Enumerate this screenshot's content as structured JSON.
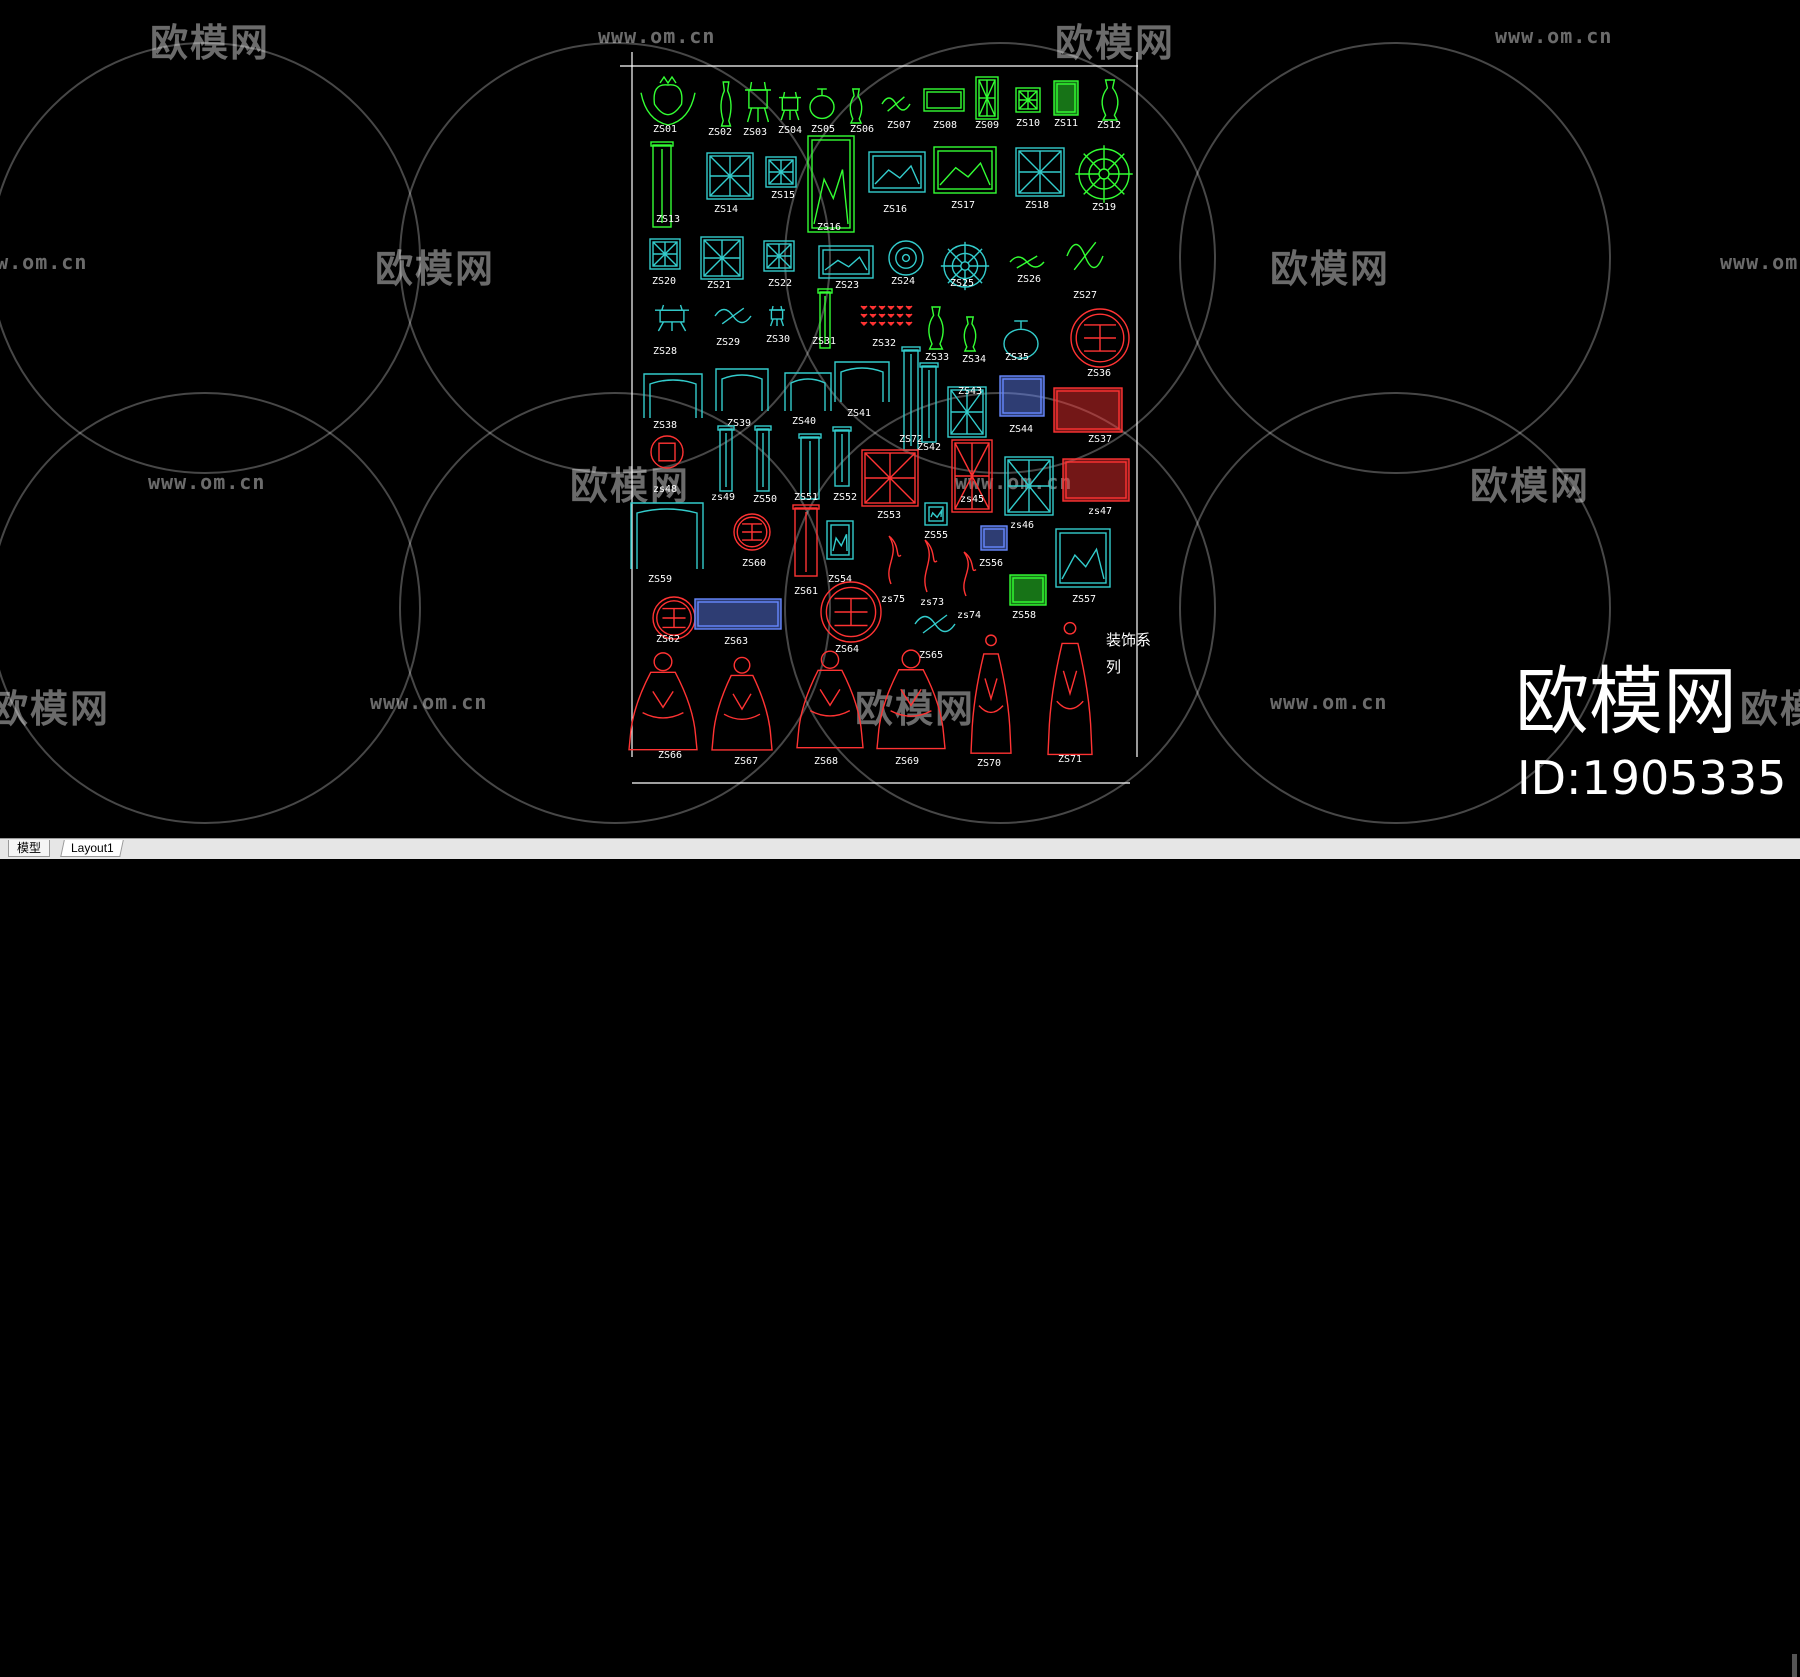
{
  "watermark": {
    "url": "www.om.cn",
    "brand": "欧模网",
    "brand_large": "欧模网",
    "id_text": "ID:1905335"
  },
  "drawing": {
    "title": "装饰系列",
    "items": [
      {
        "code": "ZS01",
        "color": "#33ff33"
      },
      {
        "code": "ZS02",
        "color": "#33ff33"
      },
      {
        "code": "ZS03",
        "color": "#33ff33"
      },
      {
        "code": "ZS04",
        "color": "#33ff33"
      },
      {
        "code": "ZS05",
        "color": "#33ff33"
      },
      {
        "code": "ZS06",
        "color": "#33ff33"
      },
      {
        "code": "ZS07",
        "color": "#33ff33"
      },
      {
        "code": "ZS08",
        "color": "#33ff33"
      },
      {
        "code": "ZS09",
        "color": "#33ff33"
      },
      {
        "code": "ZS10",
        "color": "#33ff33"
      },
      {
        "code": "ZS11",
        "color": "#33ff33"
      },
      {
        "code": "ZS12",
        "color": "#33ff33"
      },
      {
        "code": "ZS13",
        "color": "#33ff33"
      },
      {
        "code": "ZS14",
        "color": "#33cccc"
      },
      {
        "code": "ZS15",
        "color": "#33cccc"
      },
      {
        "code": "ZS16",
        "color": "#33ff33"
      },
      {
        "code": "ZS16",
        "color": "#33cccc"
      },
      {
        "code": "ZS17",
        "color": "#33ff33"
      },
      {
        "code": "ZS18",
        "color": "#33cccc"
      },
      {
        "code": "ZS19",
        "color": "#33ff33"
      },
      {
        "code": "ZS20",
        "color": "#33cccc"
      },
      {
        "code": "ZS21",
        "color": "#33cccc"
      },
      {
        "code": "ZS22",
        "color": "#33cccc"
      },
      {
        "code": "ZS23",
        "color": "#33cccc"
      },
      {
        "code": "ZS24",
        "color": "#33cccc"
      },
      {
        "code": "ZS25",
        "color": "#33cccc"
      },
      {
        "code": "ZS26",
        "color": "#33ff33"
      },
      {
        "code": "ZS27",
        "color": "#33ff33"
      },
      {
        "code": "ZS28",
        "color": "#33cccc"
      },
      {
        "code": "ZS29",
        "color": "#33cccc"
      },
      {
        "code": "ZS30",
        "color": "#33cccc"
      },
      {
        "code": "ZS31",
        "color": "#33ff33"
      },
      {
        "code": "ZS32",
        "color": "#ff3333"
      },
      {
        "code": "ZS33",
        "color": "#33ff33"
      },
      {
        "code": "ZS34",
        "color": "#33ff33"
      },
      {
        "code": "ZS35",
        "color": "#33cccc"
      },
      {
        "code": "ZS36",
        "color": "#ff3333"
      },
      {
        "code": "ZS38",
        "color": "#33cccc"
      },
      {
        "code": "ZS39",
        "color": "#33cccc"
      },
      {
        "code": "ZS40",
        "color": "#33cccc"
      },
      {
        "code": "ZS41",
        "color": "#33cccc"
      },
      {
        "code": "ZS72",
        "color": "#33cccc"
      },
      {
        "code": "ZS42",
        "color": "#33cccc"
      },
      {
        "code": "ZS43",
        "color": "#33cccc"
      },
      {
        "code": "ZS44",
        "color": "#6688ff"
      },
      {
        "code": "ZS37",
        "color": "#ff3333"
      },
      {
        "code": "zs48",
        "color": "#ff3333"
      },
      {
        "code": "zs49",
        "color": "#33cccc"
      },
      {
        "code": "ZS50",
        "color": "#33cccc"
      },
      {
        "code": "ZS51",
        "color": "#33cccc"
      },
      {
        "code": "ZS52",
        "color": "#33cccc"
      },
      {
        "code": "ZS53",
        "color": "#ff3333"
      },
      {
        "code": "zs45",
        "color": "#ff3333"
      },
      {
        "code": "zs46",
        "color": "#33cccc"
      },
      {
        "code": "zs47",
        "color": "#ff3333"
      },
      {
        "code": "ZS59",
        "color": "#33cccc"
      },
      {
        "code": "ZS60",
        "color": "#ff3333"
      },
      {
        "code": "ZS61",
        "color": "#ff3333"
      },
      {
        "code": "ZS54",
        "color": "#33cccc"
      },
      {
        "code": "ZS55",
        "color": "#33cccc"
      },
      {
        "code": "ZS56",
        "color": "#6688ff"
      },
      {
        "code": "zs75",
        "color": "#ff3333"
      },
      {
        "code": "zs73",
        "color": "#ff3333"
      },
      {
        "code": "zs74",
        "color": "#ff3333"
      },
      {
        "code": "ZS58",
        "color": "#33ff33"
      },
      {
        "code": "ZS57",
        "color": "#33cccc"
      },
      {
        "code": "ZS62",
        "color": "#ff3333"
      },
      {
        "code": "ZS63",
        "color": "#6688ff"
      },
      {
        "code": "ZS64",
        "color": "#ff3333"
      },
      {
        "code": "ZS65",
        "color": "#33cccc"
      },
      {
        "code": "ZS66",
        "color": "#ff3333"
      },
      {
        "code": "ZS67",
        "color": "#ff3333"
      },
      {
        "code": "ZS68",
        "color": "#ff3333"
      },
      {
        "code": "ZS69",
        "color": "#ff3333"
      },
      {
        "code": "ZS70",
        "color": "#ff3333"
      },
      {
        "code": "ZS71",
        "color": "#ff3333"
      }
    ]
  },
  "tabs": {
    "model": "模型",
    "layout1": "Layout1"
  }
}
